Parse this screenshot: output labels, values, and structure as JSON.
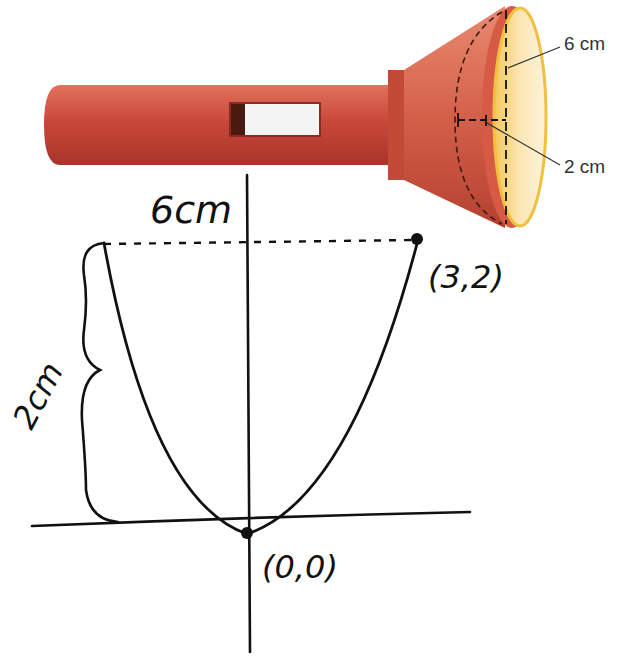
{
  "diagram": {
    "labels": [
      "6 cm",
      "2 cm",
      "6cm",
      "2cm",
      "(3,2)",
      "(0,0)"
    ]
  }
}
